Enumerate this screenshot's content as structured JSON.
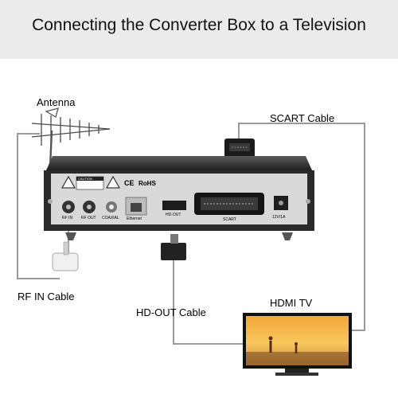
{
  "title": "Connecting the Converter Box to a Television",
  "labels": {
    "antenna": "Antenna",
    "scart_cable": "SCART Cable",
    "rf_in_cable": "RF IN Cable",
    "hd_out_cable": "HD-OUT Cable",
    "hdmi_tv": "HDMI TV"
  },
  "box": {
    "caution": "CAUTION",
    "ce": "CE",
    "rohs": "RoHS",
    "ports": {
      "rf_in": "RF IN",
      "rf_out": "RF OUT",
      "coaxial": "COAXIAL",
      "ethernet": "Ethernet",
      "hd_out": "HD-OUT",
      "scart": "SCART",
      "power": "12V/1A"
    }
  },
  "colors": {
    "header_bg": "#ebebeb",
    "cable": "#9a9a9a",
    "box_body": "#2a2a2a",
    "panel": "#d9d9d9"
  }
}
